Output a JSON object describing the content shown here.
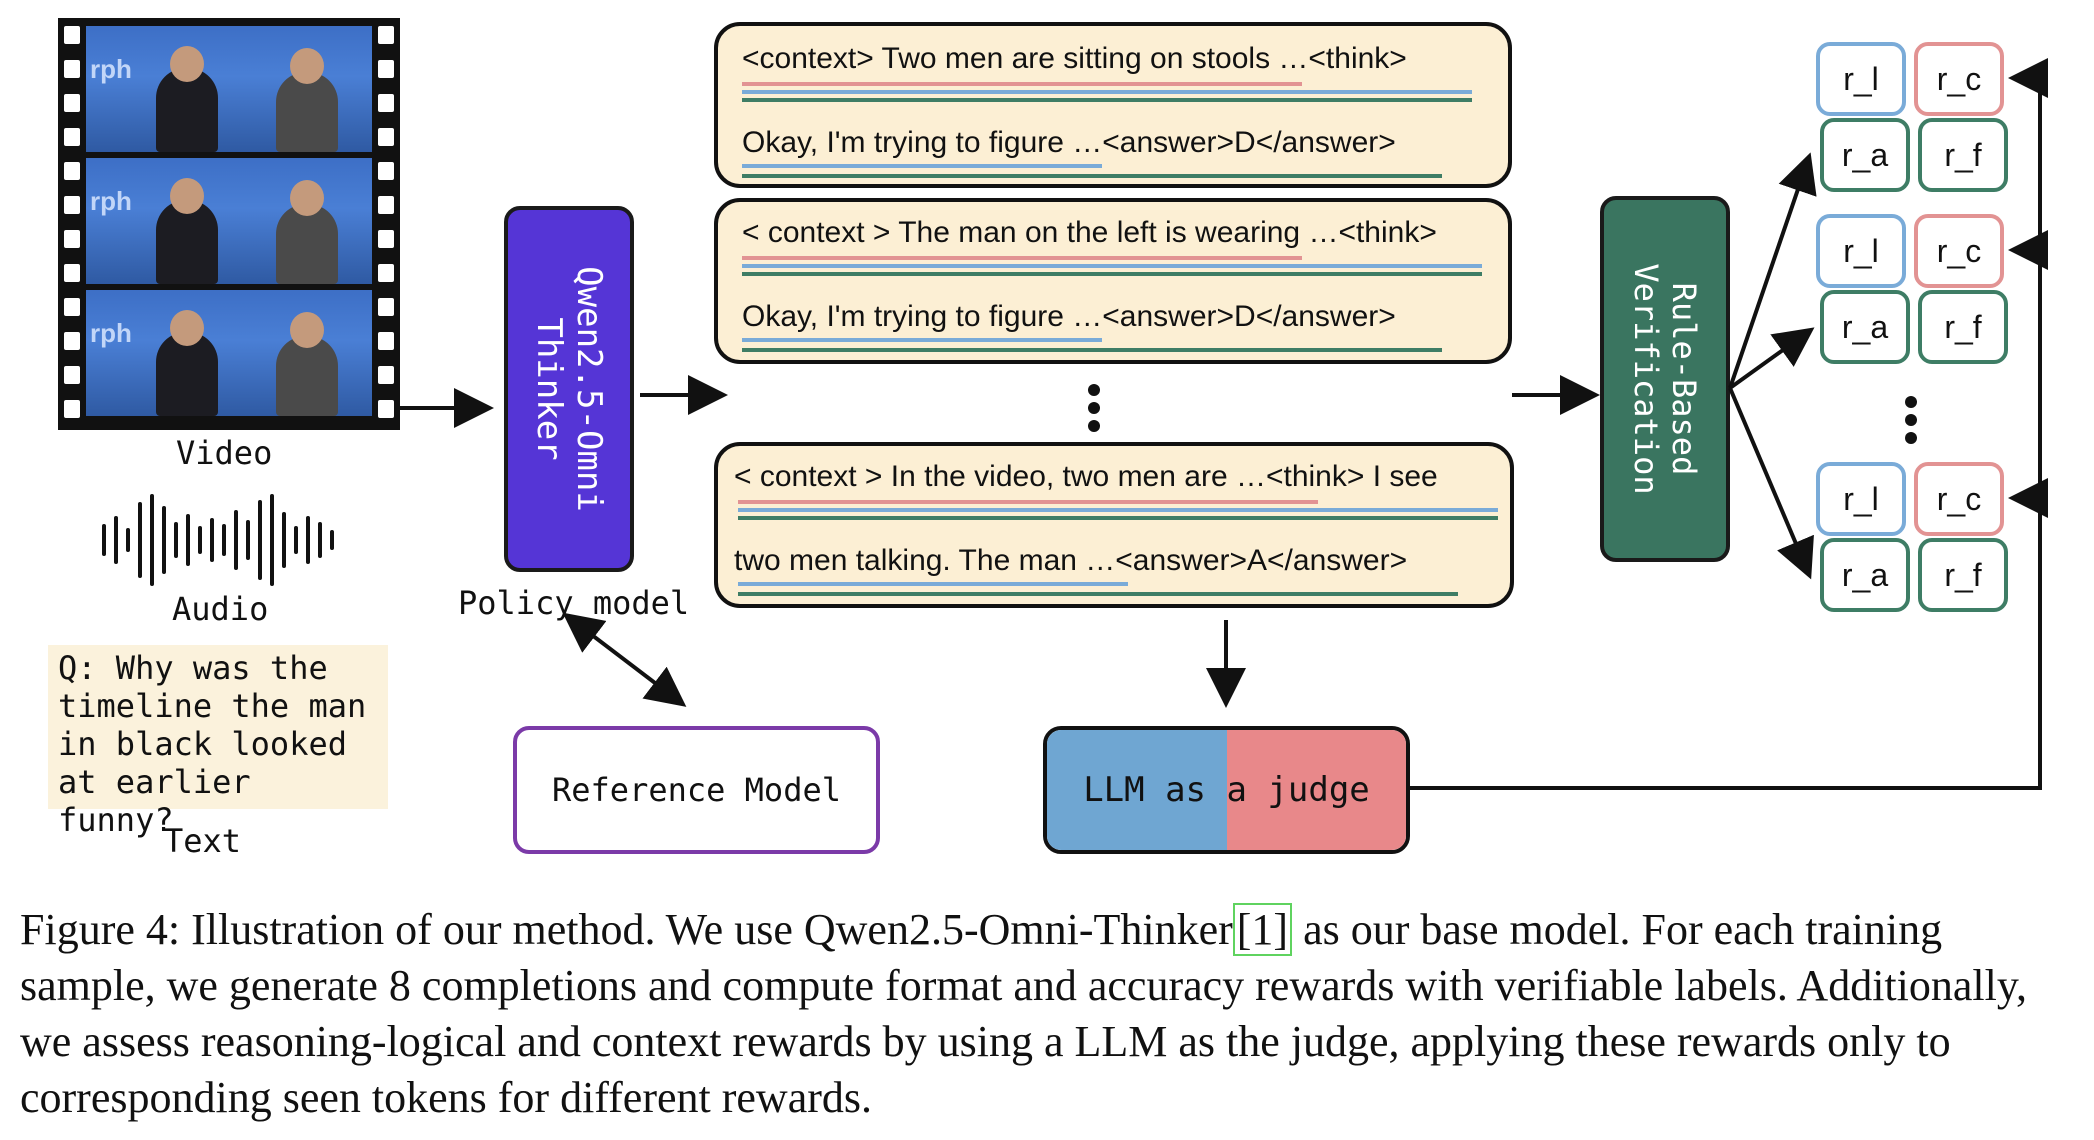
{
  "inputs": {
    "video_label": "Video",
    "audio_label": "Audio",
    "text_label": "Text",
    "question": "Q: Why was the\ntimeline the man\nin black looked\nat earlier funny?",
    "frame_logo": "rph"
  },
  "policy": {
    "box_text": "Qwen2.5-Omni\nThinker",
    "label": "Policy model"
  },
  "reference": {
    "label": "Reference Model"
  },
  "completions": [
    {
      "line1": "<context> Two men are sitting on stools …<think>",
      "line2": "Okay, I'm trying to figure …<answer>D</answer>"
    },
    {
      "line1": "< context > The man on the left is wearing …<think>",
      "line2": "Okay, I'm trying to figure …<answer>D</answer>"
    },
    {
      "line1": "< context > In the video, two men are  …<think> I see",
      "line2": "two men talking. The man …<answer>A</answer>"
    }
  ],
  "verifier": {
    "label": "Rule-Based\nVerification"
  },
  "judge": {
    "label": "LLM as a judge"
  },
  "rewards": {
    "groups": [
      {
        "labels": [
          "r_l",
          "r_c",
          "r_a",
          "r_f"
        ]
      },
      {
        "labels": [
          "r_l",
          "r_c",
          "r_a",
          "r_f"
        ]
      },
      {
        "labels": [
          "r_l",
          "r_c",
          "r_a",
          "r_f"
        ]
      }
    ]
  },
  "colors": {
    "policy": "#5535d6",
    "verifier": "#3a7560",
    "completion_bg": "#fcefd4",
    "logic_blue": "#7aabd8",
    "context_red": "#e29393",
    "accuracy_green": "#3e7d65",
    "reference_border": "#7b3aa8"
  },
  "caption": {
    "prefix": "Figure 4: Illustration of our method. We use Qwen2.5-Omni-Thinker",
    "cite": "[1]",
    "suffix": " as our base model. For each training sample, we generate 8 completions and compute format and accuracy rewards with verifiable labels. Additionally, we assess reasoning-logical and context rewards by using a LLM as the judge, applying these rewards only to corresponding seen tokens for different rewards."
  }
}
